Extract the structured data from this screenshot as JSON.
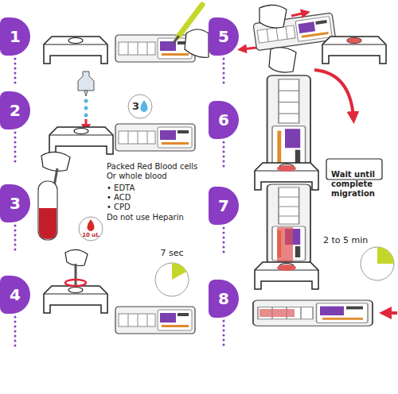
{
  "diagram": {
    "nodes": [
      {
        "text": [
          "1"
        ]
      },
      {
        "text": [
          "2"
        ]
      },
      {
        "text": [
          "3"
        ]
      },
      {
        "text": [
          "3"
        ]
      },
      {
        "text": [
          "10 uL"
        ]
      },
      {
        "text": [
          "4"
        ]
      },
      {
        "text": [
          "7 sec"
        ]
      },
      {
        "text": [
          "5"
        ]
      },
      {
        "text": [
          "6"
        ]
      },
      {
        "text": [
          "7"
        ]
      },
      {
        "text": [
          "2 to 5 min"
        ]
      },
      {
        "text": [
          "8"
        ]
      }
    ],
    "labels": [
      "Packed Red Blood cells Or whole blood",
      "• EDTA",
      "• ACD",
      "• CPD",
      "Do not use Heparin",
      "Wait until complete migration"
    ]
  }
}
